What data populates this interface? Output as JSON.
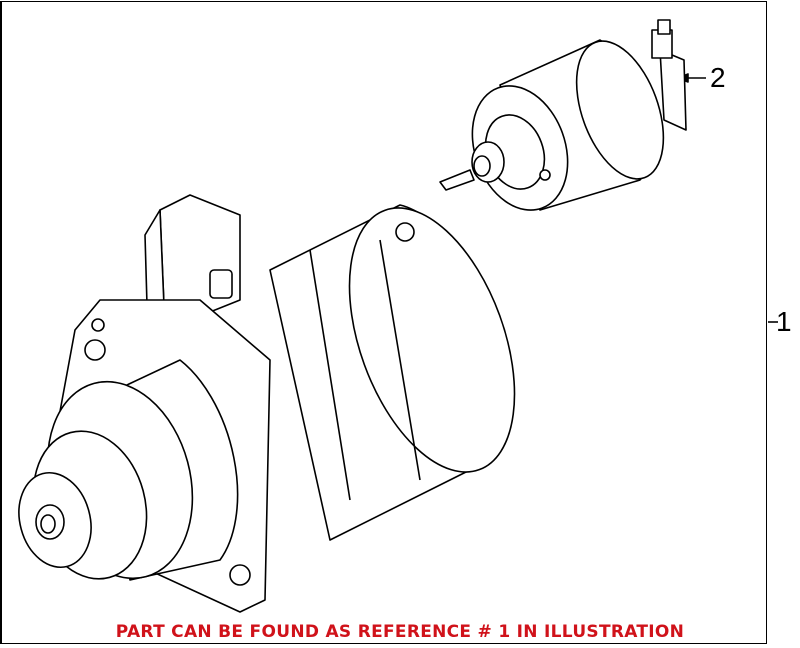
{
  "callouts": {
    "ref1": "1",
    "ref2": "2"
  },
  "note": "PART CAN BE FOUND AS REFERENCE # 1 IN ILLUSTRATION",
  "colors": {
    "note": "#d0121a",
    "lines": "#000000"
  }
}
